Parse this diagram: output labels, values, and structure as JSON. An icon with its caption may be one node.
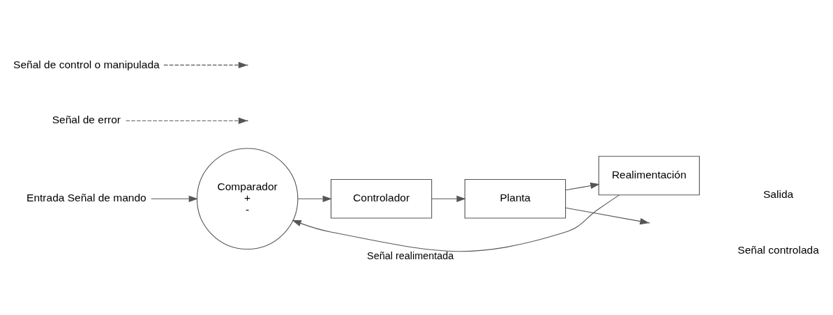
{
  "diagram": {
    "nodes": [
      {
        "text": [
          "Entrada Señal de mando"
        ]
      },
      {
        "text": [
          "Comparador",
          "+",
          "-"
        ]
      },
      {
        "text": [
          "Controlador"
        ]
      },
      {
        "text": [
          "Planta"
        ]
      },
      {
        "text": [
          "Realimentación"
        ]
      },
      {
        "text": [
          "Señal de error"
        ]
      },
      {
        "text": [
          "Señal de control o manipulada"
        ]
      }
    ],
    "edges": [
      {
        "from": 0,
        "to": 1,
        "arrow": "to"
      },
      {
        "from": 1,
        "to": 2,
        "arrow": "to"
      },
      {
        "from": 2,
        "to": 3,
        "arrow": "to"
      },
      {
        "from": 3,
        "to": null,
        "arrow": "to"
      },
      {
        "from": 3,
        "to": 4,
        "arrow": "to"
      },
      {
        "from": 4,
        "to": 1,
        "arrow": "to",
        "label": "Señal realimentada"
      },
      {
        "from": 5,
        "to": null,
        "arrow": "to",
        "style": "dashed"
      },
      {
        "from": 6,
        "to": null,
        "arrow": "to",
        "style": "dashed"
      }
    ],
    "labels": [
      "Salida",
      "Señal controlada"
    ]
  }
}
